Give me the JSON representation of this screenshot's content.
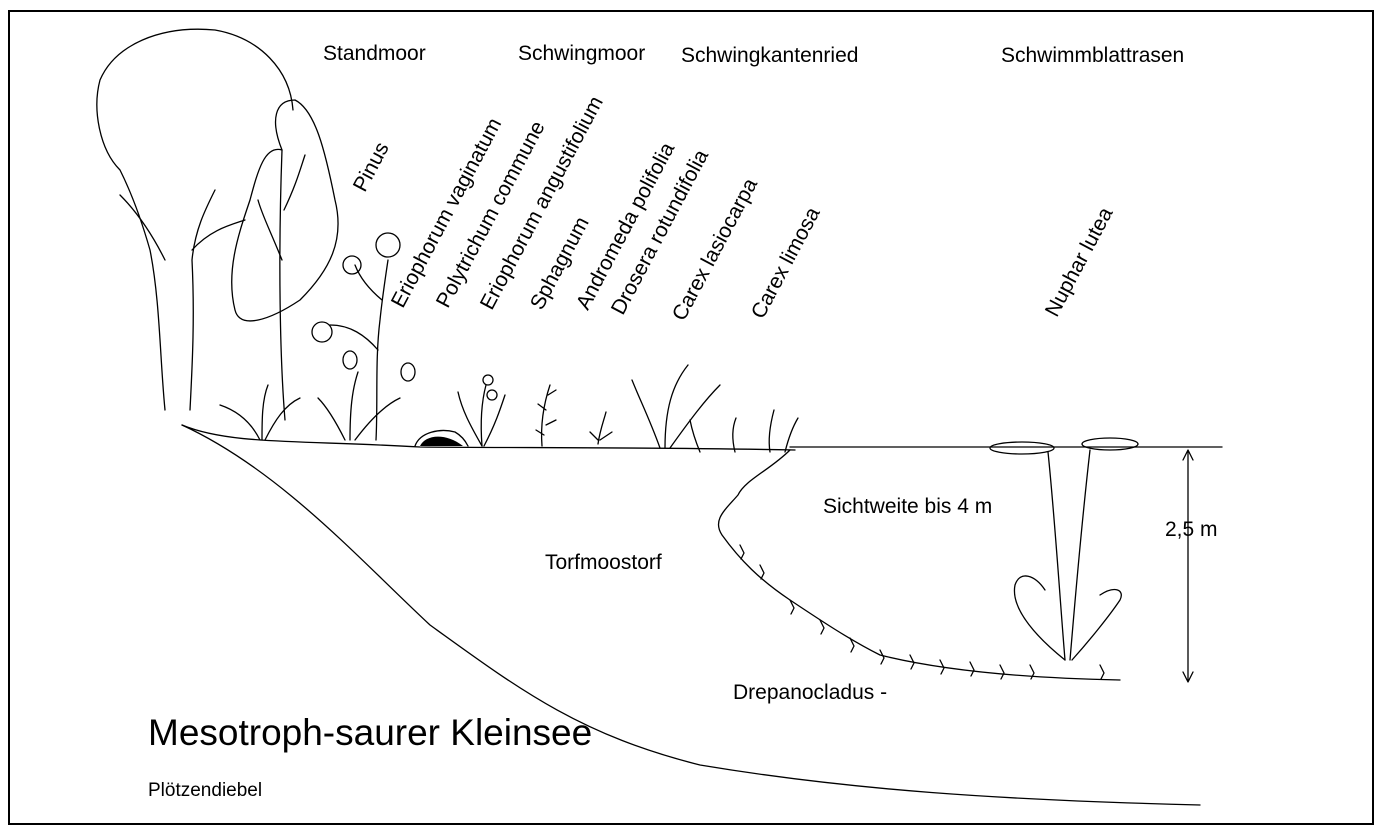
{
  "zones": {
    "standmoor": "Standmoor",
    "schwingmoor": "Schwingmoor",
    "schwingkantenried": "Schwingkantenried",
    "schwimmblattrasen": "Schwimmblattrasen"
  },
  "species": {
    "pinus": "Pinus",
    "eriophorum_vaginatum": "Eriophorum vaginatum",
    "polytrichum_commune": "Polytrichum commune",
    "eriophorum_angustifolium": "Eriophorum angustifolium",
    "sphagnum": "Sphagnum",
    "andromeda_polifolia": "Andromeda polifolia",
    "drosera_rotundifolia": "Drosera rotundifolia",
    "carex_lasiocarpa": "Carex lasiocarpa",
    "carex_limosa": "Carex limosa",
    "nuphar_lutea": "Nuphar lutea"
  },
  "labels": {
    "visibility": "Sichtweite bis 4 m",
    "depth": "2,5 m",
    "peat": "Torfmoostorf",
    "drepanocladus": "Drepanocladus -"
  },
  "title": "Mesotroph-saurer Kleinsee",
  "subtitle": "Plötzendiebel"
}
